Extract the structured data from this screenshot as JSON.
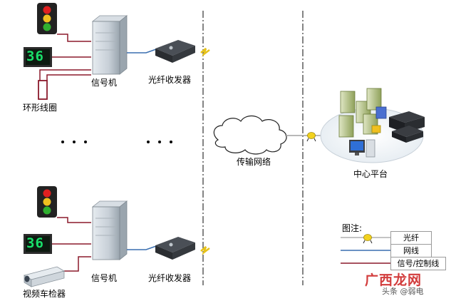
{
  "labels": {
    "signal_machine_top": "信号机",
    "signal_machine_bottom": "信号机",
    "transceiver_top": "光纤收发器",
    "transceiver_bottom": "光纤收发器",
    "loop_coil": "环形线圈",
    "video_detector": "视频车检器",
    "network": "传输网络",
    "center": "中心平台"
  },
  "countdown": {
    "top": "36",
    "bottom": "36"
  },
  "legend": {
    "title": "图注:",
    "fiber": "光纤",
    "network": "网线",
    "signal": "信号/控制线"
  },
  "watermark": {
    "brand": "广西龙网",
    "source": "头条 @弱电"
  },
  "colors": {
    "signal_wire": "#8b1a2b",
    "network_wire": "#3a6fb0",
    "fiber_wire": "#a0a0a0",
    "light_red": "#e02020",
    "light_yellow": "#f0c020",
    "light_green": "#30b030",
    "digit": "#19e06a"
  }
}
